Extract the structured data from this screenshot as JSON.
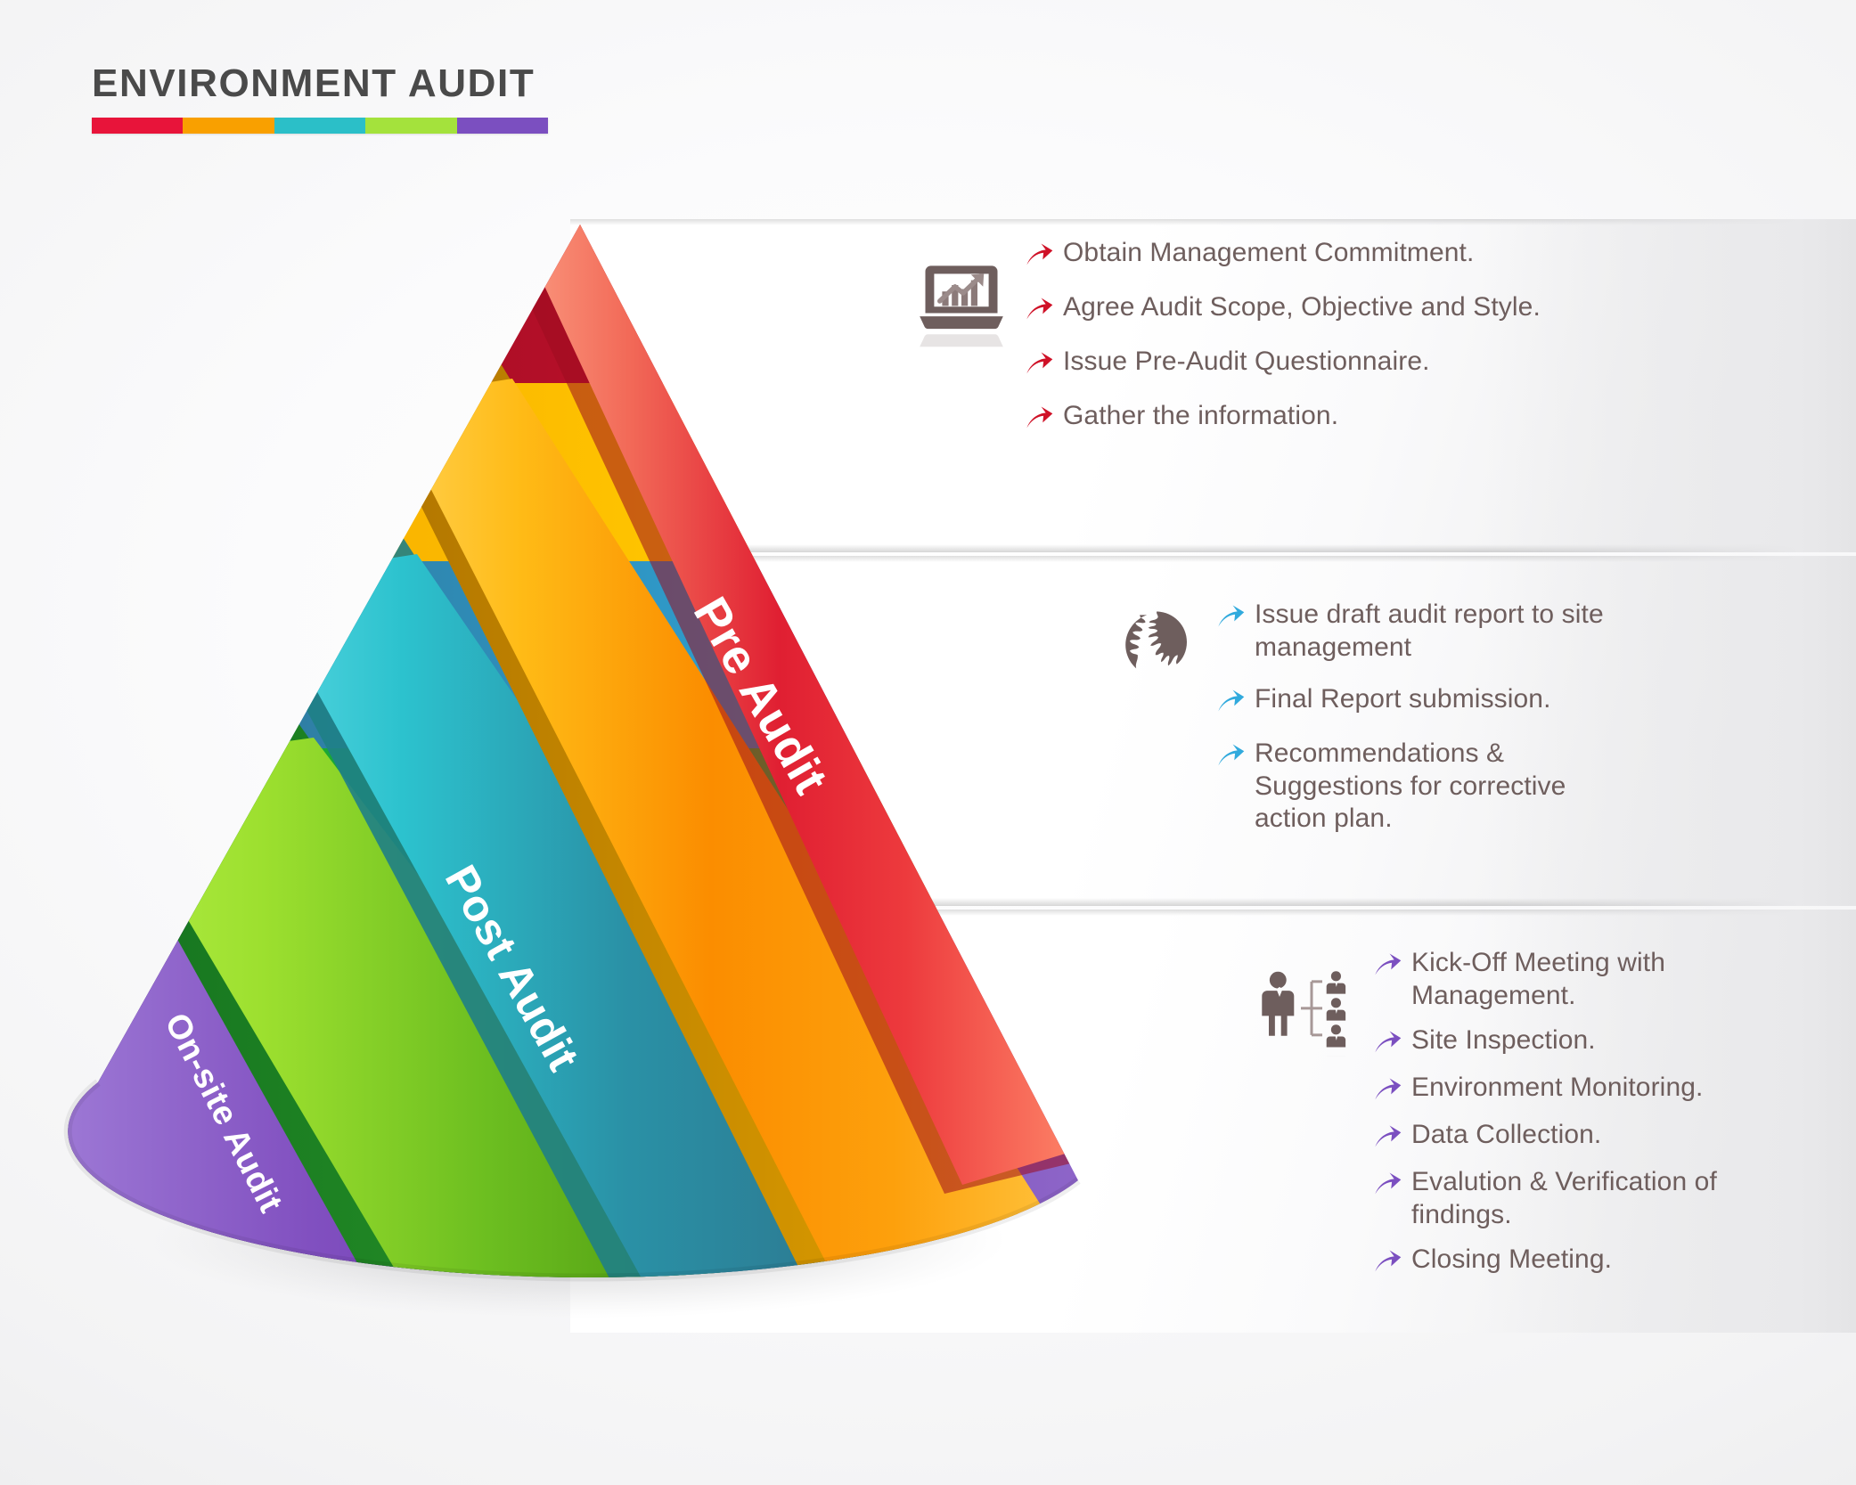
{
  "title": {
    "text": "ENVIRONMENT AUDIT",
    "rule_colors": [
      "#e8143a",
      "#f9a000",
      "#2bbfc8",
      "#a4e23c",
      "#7b4fc0"
    ]
  },
  "colors": {
    "red": "#e8143a",
    "dark_red": "#9e0c22",
    "crimson": "#d8152f",
    "coral": "#fb8368",
    "orange": "#f9a000",
    "amber": "#ffc400",
    "yellow": "#fdea3a",
    "teal": "#2bbfc8",
    "blue": "#31aadd",
    "steel_blue": "#3a7fa0",
    "lime": "#a4e23c",
    "green": "#1aa933",
    "olive": "#5a9c16",
    "purple": "#7b4fc0",
    "dark_purple": "#54307e",
    "text": "#6e5e5d",
    "title_text": "#4a4a4a",
    "icon": "#6e5e5d"
  },
  "cone": {
    "ribbons": [
      {
        "label": "Pre Audit",
        "accent": "#ee2b3b"
      },
      {
        "label": "Post Audit",
        "accent": "#2bbfc8"
      },
      {
        "label": "On-site Audit",
        "accent": "#7b4fc0"
      }
    ]
  },
  "panels": [
    {
      "id": "pre-audit",
      "icon": "laptop-chart-icon",
      "accent": "#cf1127",
      "arrow_color": "#cf1127",
      "items": [
        "Obtain Management Commitment.",
        "Agree Audit Scope, Objective and Style.",
        "Issue Pre-Audit Questionnaire.",
        "Gather the information."
      ]
    },
    {
      "id": "post-audit",
      "icon": "globe-icon",
      "accent": "#31aadd",
      "arrow_color": "#31aadd",
      "items": [
        "Issue draft audit report to site management",
        "Final Report submission.",
        "Recommendations & Suggestions for corrective action plan."
      ]
    },
    {
      "id": "on-site-audit",
      "icon": "org-chart-people-icon",
      "accent": "#7b4fc0",
      "arrow_color": "#7b4fc0",
      "items": [
        "Kick-Off Meeting with Management.",
        "Site Inspection.",
        "Environment Monitoring.",
        "Data Collection.",
        "Evalution & Verification of findings.",
        "Closing Meeting."
      ]
    }
  ]
}
